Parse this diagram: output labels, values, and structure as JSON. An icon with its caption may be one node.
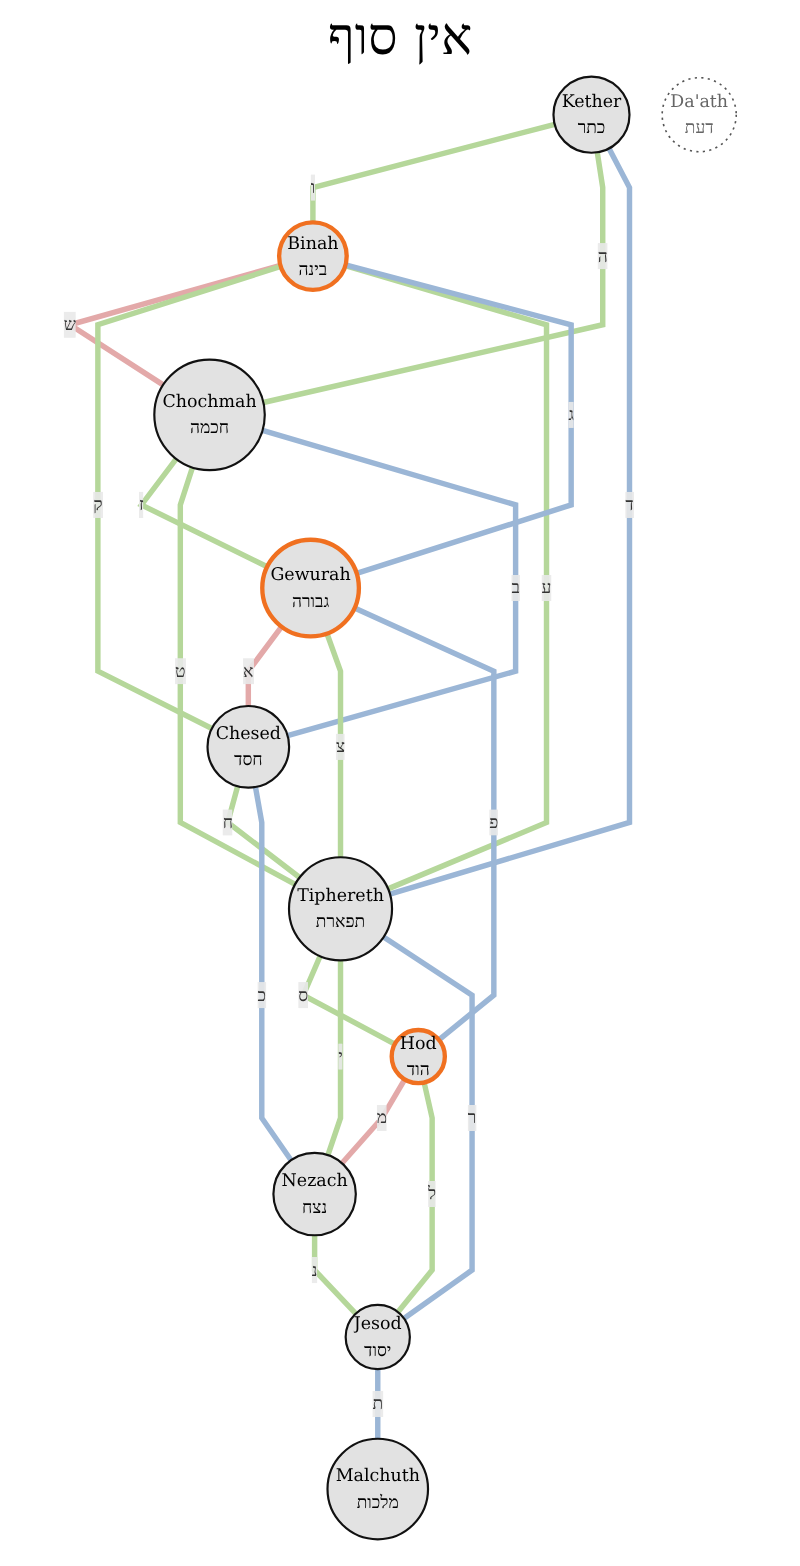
{
  "diagram": {
    "title": "אין סוף",
    "nodes": [
      {
        "text": [
          "Kether",
          "כתר"
        ]
      },
      {
        "text": [
          "Binah",
          "בינה"
        ]
      },
      {
        "text": [
          "Chochmah",
          "חכמה"
        ]
      },
      {
        "text": [
          "Da'ath",
          "דעת"
        ]
      },
      {
        "text": [
          "Gewurah",
          "גבורה"
        ]
      },
      {
        "text": [
          "Chesed",
          "חסד"
        ]
      },
      {
        "text": [
          "Tiphereth",
          "תפארת"
        ]
      },
      {
        "text": [
          "Hod",
          "הוד"
        ]
      },
      {
        "text": [
          "Nezach",
          "נצח"
        ]
      },
      {
        "text": [
          "Jesod",
          "יסוד"
        ]
      },
      {
        "text": [
          "Malchuth",
          "מלכות"
        ]
      }
    ],
    "edges": [
      {
        "from": 0,
        "to": 1,
        "arrow": "none",
        "label": "ו"
      },
      {
        "from": 0,
        "to": 2,
        "arrow": "none",
        "label": "ה"
      },
      {
        "from": 0,
        "to": 6,
        "arrow": "none",
        "label": "ד",
        "color": "#9bb6d6"
      },
      {
        "from": 1,
        "to": 2,
        "arrow": "none",
        "label": "ש",
        "color": "#e3a9a9"
      },
      {
        "from": 1,
        "to": 5,
        "arrow": "none",
        "label": "ק"
      },
      {
        "from": 1,
        "to": 6,
        "arrow": "none",
        "label": "ע"
      },
      {
        "from": 2,
        "to": 4,
        "arrow": "none",
        "label": "ז"
      },
      {
        "from": 2,
        "to": 6,
        "arrow": "none",
        "label": "ט"
      },
      {
        "from": 2,
        "to": 5,
        "arrow": "none",
        "label": "ב",
        "color": "#9bb6d6"
      },
      {
        "from": 1,
        "to": 4,
        "arrow": "none",
        "label": "ג",
        "color": "#9bb6d6"
      },
      {
        "from": 4,
        "to": 5,
        "arrow": "none",
        "label": "א",
        "color": "#e3a9a9"
      },
      {
        "from": 4,
        "to": 6,
        "arrow": "none",
        "label": "צ"
      },
      {
        "from": 5,
        "to": 6,
        "arrow": "none",
        "label": "ח"
      },
      {
        "from": 5,
        "to": 8,
        "arrow": "none",
        "label": "כ",
        "color": "#9bb6d6"
      },
      {
        "from": 4,
        "to": 7,
        "arrow": "none",
        "label": "פ",
        "color": "#9bb6d6"
      },
      {
        "from": 6,
        "to": 7,
        "arrow": "none",
        "label": "ס"
      },
      {
        "from": 6,
        "to": 8,
        "arrow": "none",
        "label": "י"
      },
      {
        "from": 7,
        "to": 8,
        "arrow": "none",
        "label": "מ",
        "color": "#e3a9a9"
      },
      {
        "from": 6,
        "to": 9,
        "arrow": "none",
        "label": "ר",
        "color": "#9bb6d6"
      },
      {
        "from": 7,
        "to": 9,
        "arrow": "none",
        "label": "ל"
      },
      {
        "from": 8,
        "to": 9,
        "arrow": "none",
        "label": "נ"
      },
      {
        "from": 9,
        "to": 10,
        "arrow": "none",
        "label": "ת",
        "color": "#9bb6d6"
      }
    ]
  }
}
